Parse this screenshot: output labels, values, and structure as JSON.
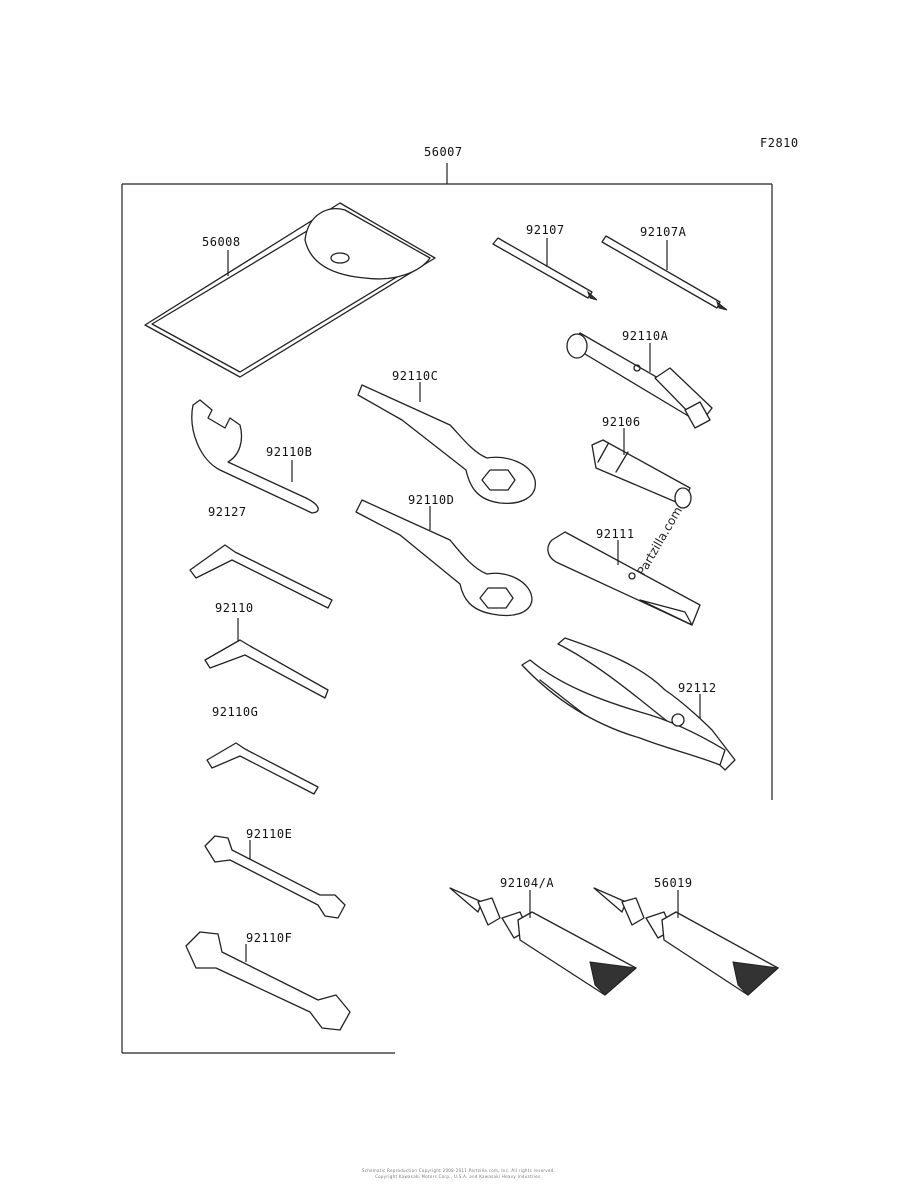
{
  "figure_code": "F2810",
  "kit": {
    "part_number": "56007"
  },
  "parts": {
    "p56008": "56008",
    "p92107": "92107",
    "p92107A": "92107A",
    "p92110A": "92110A",
    "p92110C": "92110C",
    "p92110B": "92110B",
    "p92106": "92106",
    "p92127": "92127",
    "p92110D": "92110D",
    "p92111": "92111",
    "p92110": "92110",
    "p92112": "92112",
    "p92110G": "92110G",
    "p92110E": "92110E",
    "p92104A": "92104/A",
    "p56019": "56019",
    "p92110F": "92110F"
  },
  "watermark": "© Partzilla.com",
  "footer": {
    "line1": "Schematic Reproduction Copyright 2008-2011 Partzilla.com, Inc. All rights reserved.",
    "line2": "Copyright Kawasaki Motors Corp., U.S.A. and Kawasaki Heavy Industries."
  }
}
